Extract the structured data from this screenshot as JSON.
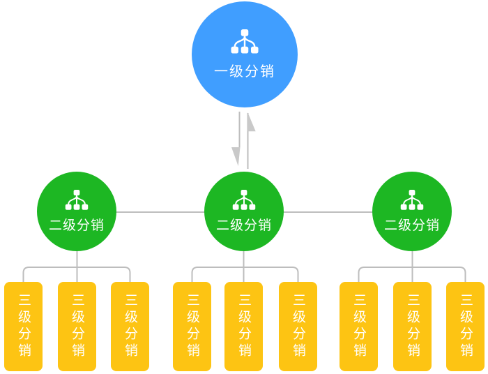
{
  "diagram": {
    "type": "org-hierarchy",
    "colors": {
      "level1_fill": "#409EFF",
      "level2_fill": "#1DB723",
      "level3_fill": "#FDC413",
      "connector": "#BDBDBD",
      "arrowhead": "#C9C9C9",
      "label_text": "#FFFFFF",
      "background": "#FFFFFF"
    },
    "nodes": {
      "level1": {
        "label": "一级分销",
        "icon": "org-chart-icon",
        "shape": "circle"
      },
      "level2": [
        {
          "label": "二级分销",
          "icon": "org-chart-icon",
          "shape": "circle"
        },
        {
          "label": "二级分销",
          "icon": "org-chart-icon",
          "shape": "circle"
        },
        {
          "label": "二级分销",
          "icon": "org-chart-icon",
          "shape": "circle"
        }
      ],
      "level3_groups": [
        [
          "三级分销",
          "三级分销",
          "三级分销"
        ],
        [
          "三级分销",
          "三级分销",
          "三级分销"
        ],
        [
          "三级分销",
          "三级分销",
          "三级分销"
        ]
      ]
    },
    "connections": {
      "level1_level2": "bidirectional-arrows",
      "level2_peers": "horizontal-line",
      "level2_level3": "rounded-trident"
    }
  }
}
